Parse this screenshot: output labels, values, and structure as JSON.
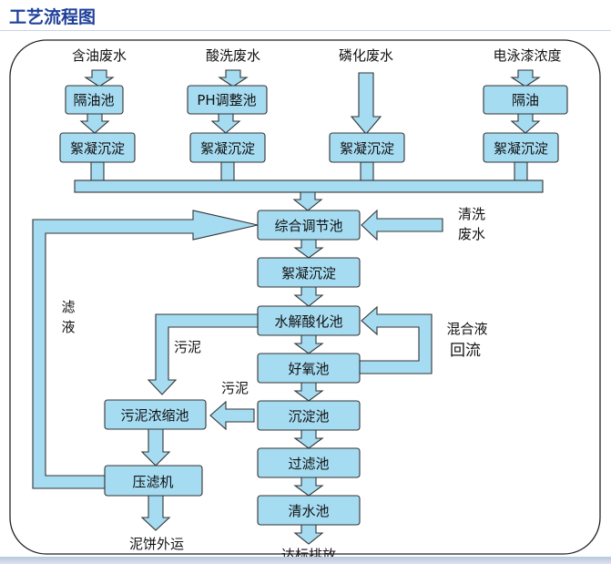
{
  "title": "工艺流程图",
  "colors": {
    "box_fill": "#a6dcf2",
    "box_stroke": "#333333",
    "text": "#111111",
    "title": "#1f3f9a",
    "frame": "#222222"
  },
  "sources": [
    {
      "label": "含油废水",
      "pre": "隔油池",
      "settle": "絮凝沉淀"
    },
    {
      "label": "酸洗废水",
      "pre": "PH调整池",
      "settle": "絮凝沉淀"
    },
    {
      "label": "磷化废水",
      "pre": "",
      "settle": "絮凝沉淀"
    },
    {
      "label": "电泳漆浓度",
      "pre": "隔油",
      "settle": "絮凝沉淀"
    }
  ],
  "main_line": [
    "综合调节池",
    "絮凝沉淀",
    "水解酸化池",
    "好氧池",
    "沉淀池",
    "过滤池",
    "清水池"
  ],
  "discharge": "达标排放",
  "side_inputs": {
    "rinse_water": [
      "清洗",
      "废水"
    ],
    "mixed_liquor_return": [
      "混合液",
      "回流"
    ]
  },
  "sludge": {
    "thickener": "污泥浓缩池",
    "press": "压滤机",
    "cake": "泥饼外运",
    "label_from_hydrolysis": "污泥",
    "label_from_settling": "污泥",
    "filtrate": [
      "滤",
      "液"
    ]
  }
}
